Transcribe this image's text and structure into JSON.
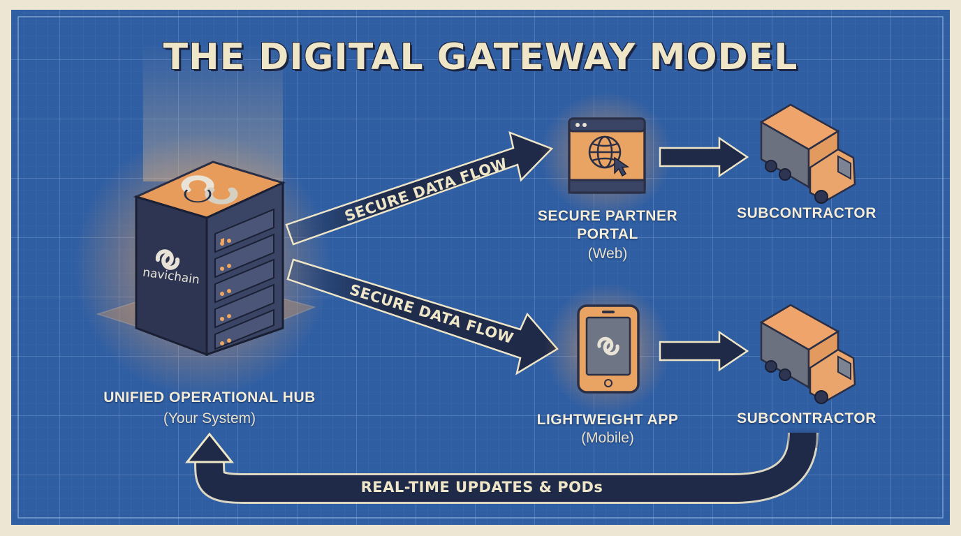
{
  "title": "THE DIGITAL GATEWAY MODEL",
  "hub": {
    "brand": "navichain",
    "label": "UNIFIED OPERATIONAL HUB",
    "sublabel": "(Your System)"
  },
  "flows": {
    "top": "SECURE DATA FLOW",
    "bottom": "SECURE DATA FLOW",
    "return": "REAL-TIME UPDATES & PODs"
  },
  "portal": {
    "label_line1": "SECURE PARTNER",
    "label_line2": "PORTAL",
    "sublabel": "(Web)"
  },
  "app": {
    "label": "LIGHTWEIGHT APP",
    "sublabel": "(Mobile)"
  },
  "subcontractor_top": {
    "label": "SUBCONTRACTOR"
  },
  "subcontractor_bottom": {
    "label": "SUBCONTRACTOR"
  },
  "colors": {
    "blueprint": "#2f5ea3",
    "navy": "#1f2a48",
    "orange": "#e8a46a",
    "cream": "#ece6d2"
  }
}
